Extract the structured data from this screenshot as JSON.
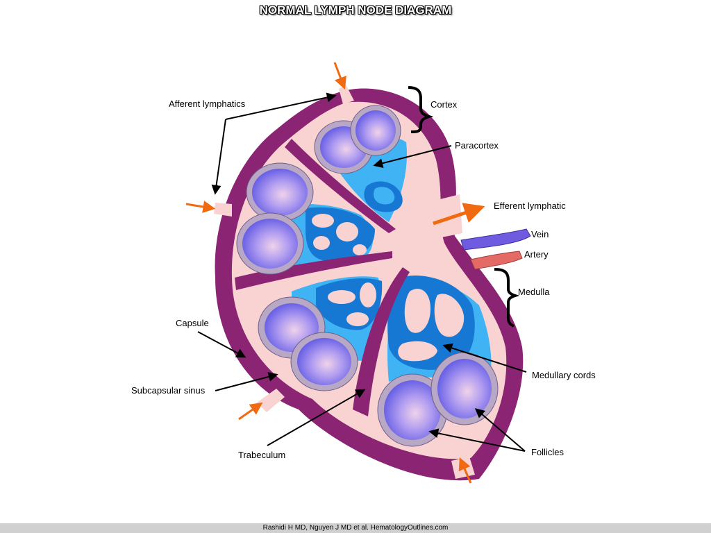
{
  "title": "NORMAL LYMPH NODE DIAGRAM",
  "labels": {
    "afferent": "Afferent lymphatics",
    "cortex": "Cortex",
    "paracortex": "Paracortex",
    "efferent": "Efferent lymphatic",
    "vein": "Vein",
    "artery": "Artery",
    "medulla": "Medulla",
    "capsule": "Capsule",
    "subcapsular": "Subcapsular sinus",
    "medullary_cords": "Medullary cords",
    "trabeculum": "Trabeculum",
    "follicles": "Follicles"
  },
  "footer": "Rashidi H MD, Nguyen J MD et al. HematologyOutlines.com",
  "colors": {
    "capsule": "#8b2473",
    "sinus": "#f8d3d1",
    "paracortex": "#3fb3f4",
    "medullary_cord": "#1778d3",
    "follicle_rim": "#b8a7c5",
    "follicle_core": "#6a63e6",
    "vein": "#6f5be0",
    "artery": "#e46a66",
    "arrow_orange": "#f06a12"
  }
}
